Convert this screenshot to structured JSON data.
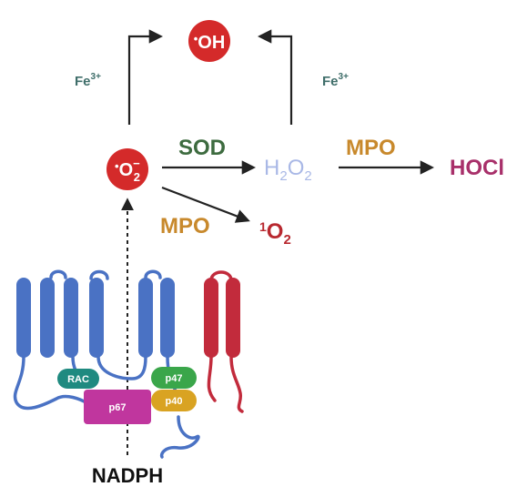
{
  "species": {
    "hydroxyl": {
      "dot": "•",
      "text": "OH"
    },
    "superoxide": {
      "dot": "•",
      "base": "O",
      "sub": "2",
      "sup": "−"
    },
    "h2o2": {
      "a": "H",
      "sub1": "2",
      "b": "O",
      "sub2": "2"
    },
    "hocl": "HOCl",
    "singlet_oxygen": {
      "sup": "1",
      "base": "O",
      "sub": "2"
    }
  },
  "enzymes": {
    "sod": "SOD",
    "mpo_top": "MPO",
    "mpo_bottom": "MPO"
  },
  "iron": {
    "left": {
      "base": "Fe",
      "sup": "3+"
    },
    "right": {
      "base": "Fe",
      "sup": "3+"
    }
  },
  "complex": {
    "rac": "RAC",
    "p67": "p67",
    "p47": "p47",
    "p40": "p40"
  },
  "cofactor": "NADPH",
  "colors": {
    "radical_red": "#d42a2a",
    "sod_green": "#3d6b3f",
    "mpo_orange": "#c8892c",
    "h2o2_blue": "#a9b8e6",
    "hocl_magenta": "#a8306a",
    "singlet_red": "#b8282f",
    "fe_teal": "#3f6e6a",
    "membrane_blue": "#4a72c4",
    "membrane_red": "#c22b3c",
    "rac_teal": "#1f8a80",
    "p67_magenta": "#c0369e",
    "p47_green": "#3aa64a",
    "p40_yellow": "#d9a322",
    "arrow": "#222222"
  }
}
